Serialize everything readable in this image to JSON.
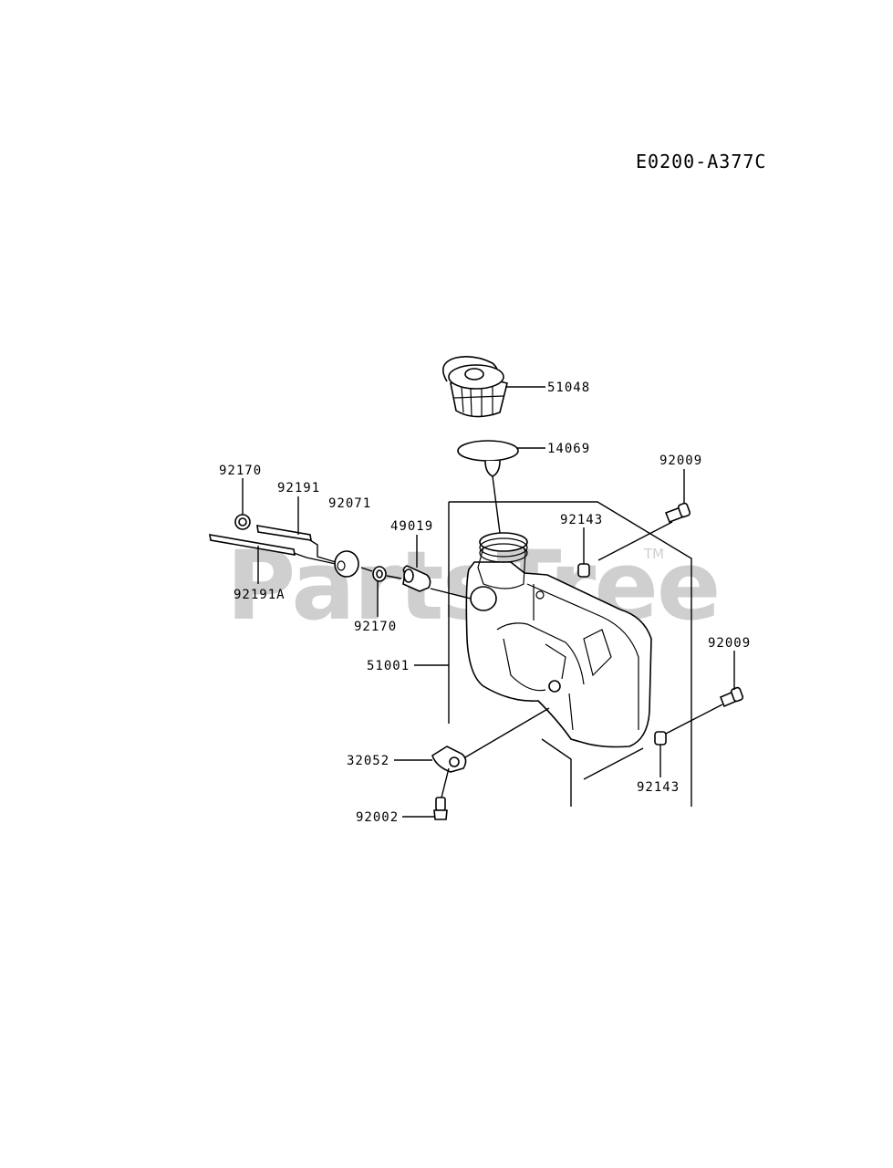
{
  "diagram": {
    "code": "E0200-A377C",
    "watermark": {
      "text": "PartsTree",
      "trademark": "TM"
    },
    "parts": [
      {
        "id": "51048",
        "label": "51048"
      },
      {
        "id": "14069",
        "label": "14069"
      },
      {
        "id": "92009-top",
        "label": "92009"
      },
      {
        "id": "92170-top",
        "label": "92170"
      },
      {
        "id": "92191",
        "label": "92191"
      },
      {
        "id": "92071",
        "label": "92071"
      },
      {
        "id": "49019",
        "label": "49019"
      },
      {
        "id": "92143-top",
        "label": "92143"
      },
      {
        "id": "92191A",
        "label": "92191A"
      },
      {
        "id": "92170-bottom",
        "label": "92170"
      },
      {
        "id": "51001",
        "label": "51001"
      },
      {
        "id": "92009-right",
        "label": "92009"
      },
      {
        "id": "32052",
        "label": "32052"
      },
      {
        "id": "92143-bottom",
        "label": "92143"
      },
      {
        "id": "92002",
        "label": "92002"
      }
    ]
  }
}
